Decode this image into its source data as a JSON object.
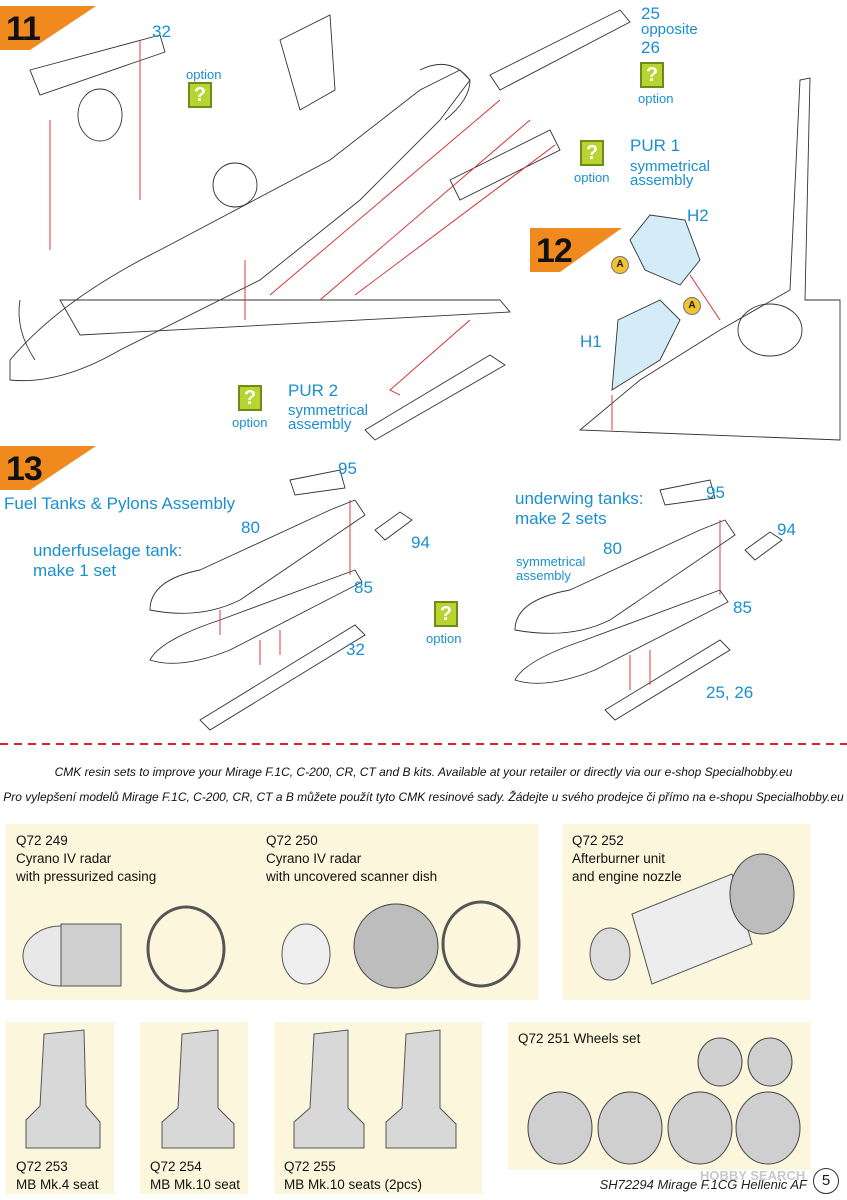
{
  "steps": {
    "s11": {
      "number": "11"
    },
    "s12": {
      "number": "12"
    },
    "s13": {
      "number": "13"
    }
  },
  "step11": {
    "part_32": "32",
    "part_25": "25",
    "opposite": "opposite",
    "part_26": "26",
    "option_a": "option",
    "option_b": "option",
    "pur1_title": "PUR 1",
    "pur1_sub1": "symmetrical",
    "pur1_sub2": "assembly",
    "pur1_option": "option",
    "pur2_title": "PUR 2",
    "pur2_sub1": "symmetrical",
    "pur2_sub2": "assembly",
    "pur2_option": "option"
  },
  "step12": {
    "h2": "H2",
    "h1": "H1",
    "glue_a": "A"
  },
  "step13": {
    "title": "Fuel Tanks & Pylons Assembly",
    "underfuselage_1": "underfuselage tank:",
    "underfuselage_2": "make 1 set",
    "underwing_1": "underwing tanks:",
    "underwing_2": "make 2 sets",
    "symmetrical_1": "symmetrical",
    "symmetrical_2": "assembly",
    "left_95": "95",
    "left_80": "80",
    "left_94": "94",
    "left_85": "85",
    "left_32": "32",
    "mid_option": "option",
    "right_95": "95",
    "right_80": "80",
    "right_94": "94",
    "right_85": "85",
    "right_2526": "25, 26"
  },
  "cmk_note": {
    "line_en": "CMK resin sets to improve your Mirage F.1C, C-200, CR, CT and B kits. Available at your retailer or directly via our e-shop Specialhobby.eu",
    "line_cz": "Pro vylepšení modelů Mirage F.1C, C-200, CR, CT a B můžete použít tyto CMK resinové sady. Žádejte u svého prodejce či přímo na e-shopu Specialhobby.eu"
  },
  "products": [
    {
      "code": "Q72 249",
      "line1": "Cyrano IV radar",
      "line2": "with pressurized casing"
    },
    {
      "code": "Q72 250",
      "line1": "Cyrano IV radar",
      "line2": "with uncovered scanner dish"
    },
    {
      "code": "Q72 252",
      "line1": "Afterburner unit",
      "line2": "and engine nozzle"
    },
    {
      "code": "Q72 253",
      "line1": "MB Mk.4 seat"
    },
    {
      "code": "Q72 254",
      "line1": "MB Mk.10 seat"
    },
    {
      "code": "Q72 255",
      "line1": "MB Mk.10 seats (2pcs)"
    },
    {
      "code": "Q72 251 Wheels set"
    }
  ],
  "footer": {
    "kit_ref": "SH72294 Mirage F.1CG Hellenic AF",
    "page": "5",
    "watermark": "HOBBY SEARCH"
  },
  "colors": {
    "accent_blue": "#1a8fd0",
    "step_orange": "#f08a1e",
    "option_green": "#b7d431",
    "card_cream": "#fcf7dc",
    "guide_red": "#d6262b"
  }
}
